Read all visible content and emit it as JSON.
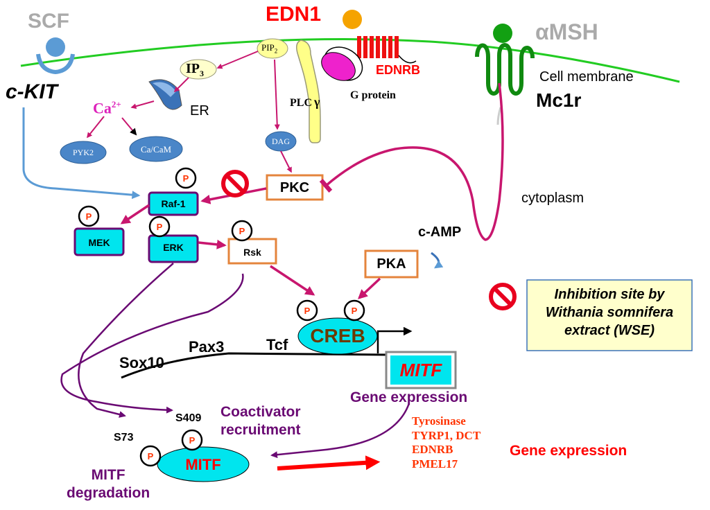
{
  "ligands": {
    "scf": "SCF",
    "edn1": "EDN1",
    "amsh": "αMSH"
  },
  "receptors": {
    "ckit": "c-KIT",
    "ednrb": "EDNRB",
    "mc1r": "Mc1r",
    "g_protein": "G protein",
    "plc": "PLC",
    "plc_gamma": "γ"
  },
  "compartments": {
    "cell_membrane": "Cell membrane",
    "cytoplasm": "cytoplasm",
    "er": "ER"
  },
  "second_messengers": {
    "pip_base": "PIP",
    "pip_sub": "2",
    "ip_base": "IP",
    "ip_sub": "3",
    "ca_base": "Ca",
    "ca_sup": "2+",
    "dag": "DAG",
    "camp": "c-AMP"
  },
  "kinases": {
    "pyk2": "PYK2",
    "cacam": "Ca/CaM",
    "raf1": "Raf-1",
    "mek": "MEK",
    "erk": "ERK",
    "rsk": "Rsk",
    "pkc": "PKC",
    "pka": "PKA"
  },
  "phospho_label": "P",
  "nucleus": {
    "creb": "CREB",
    "sox10": "Sox10",
    "pax3": "Pax3",
    "tcf": "Tcf",
    "mitf_gene": "MITF",
    "gene_expression_1": "Gene expression"
  },
  "mitf_protein": {
    "label": "MITF",
    "s409": "S409",
    "s73": "S73",
    "coactivator_line1": "Coactivator",
    "coactivator_line2": "recruitment",
    "degradation_line1": "MITF",
    "degradation_line2": "degradation"
  },
  "targets": {
    "line1": "Tyrosinase",
    "line2": "TYRP1, DCT",
    "line3": "EDNRB",
    "line4": "PMEL17",
    "gene_expression_2": "Gene expression"
  },
  "legend": {
    "line1": "Inhibition site by",
    "line2": "Withania somnifera",
    "line3": "extract (WSE)"
  },
  "colors": {
    "membrane": "#22cc22",
    "magenta_arrow": "#c8166e",
    "purple_arrow": "#6a0a73",
    "blue_arrow": "#5b9bd5",
    "cyan_fill": "#00e5ee",
    "orange_border": "#e4843c",
    "red_text": "#ff0000",
    "target_text": "#ff3300",
    "legend_fill": "#ffffcc",
    "inhibit_red": "#e8001e"
  }
}
